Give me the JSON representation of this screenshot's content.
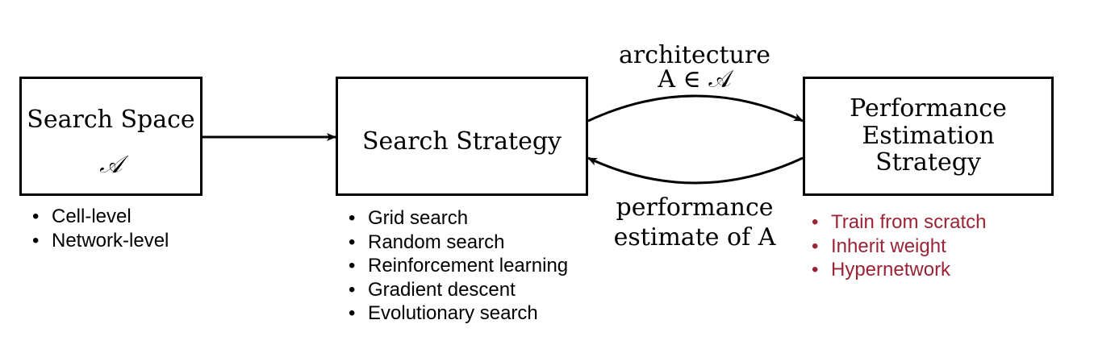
{
  "boxes": {
    "search_space": {
      "title": "Search Space",
      "symbol": "𝒜"
    },
    "search_strategy": {
      "title": "Search Strategy"
    },
    "performance_estimation": {
      "line1": "Performance",
      "line2": "Estimation",
      "line3": "Strategy"
    }
  },
  "edge_labels": {
    "top_line1": "architecture",
    "top_line2": "A ∈ 𝒜",
    "bottom_line1": "performance",
    "bottom_line2": "estimate of A"
  },
  "lists": {
    "search_space": [
      "Cell-level",
      "Network-level"
    ],
    "search_strategy": [
      "Grid search",
      "Random search",
      "Reinforcement learning",
      "Gradient descent",
      "Evolutionary search"
    ],
    "performance_estimation": [
      "Train from scratch",
      "Inherit weight",
      "Hypernetwork"
    ]
  },
  "colors": {
    "stroke": "#000000",
    "highlight_list": "#9b2335"
  }
}
